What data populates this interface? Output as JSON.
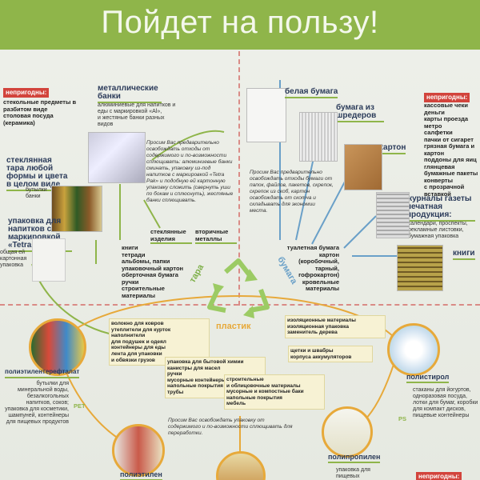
{
  "title": "Пойдет на пользу!",
  "left_top": {
    "unsuitable_heading": "непригодны:",
    "unsuitable_items": "стекольные предметы в разбитом виде\nстоловая посуда (керамика)",
    "cans_heading": "металлические банки",
    "cans_desc": "алюминиевые для напитков и еды с маркировкой «Al»,\nи жестяные банки разных видов",
    "glass_heading": "стеклянная тара любой формы и цвета в целом виде",
    "glass_desc": "бутылки\nбанки",
    "tetra_heading": "упаковка для напитков с маркировкой «Tetra Pak»",
    "tetra_desc": "общая ей\nкартонная\nупаковка",
    "note": "Просим Вас предварительно освобождать отходы от содержимого и по-возможности сплющивать: алюминиевые банки сминать, упаковку из-под напитков с маркировкой «Tetra Pak» и подобную ей картонную упаковку сложить (свернуть уши по бокам и сплюснуть), жестяные банки сплющивать.",
    "glass_products": "стеклянные изделия",
    "metal_products": "вторичные металлы",
    "paper_products": "книги\nтетради\nальбомы, папки\nупаковочный картон\nоберточная бумага\nручки\nстроительные\nматериалы"
  },
  "right_top": {
    "white_paper": "белая бумага",
    "shredded": "бумага из шредеров",
    "cardboard": "картон",
    "magazines": "журналы газеты печатная продукция:",
    "magazines_desc": "календари, проспекты, рекламные листовки, бумажная упаковка",
    "books": "книги",
    "unsuitable_heading": "непригодны:",
    "unsuitable_items": "кассовые чеки\nденьги\nкарты проезда метро\nсалфетки\nпачки от сигарет\nгрязная бумага и картон\nподдоны для яиц\nглянцевая\nбумажные пакеты\nконверты\nс прозрачной\nвставкой",
    "note": "Просим Вас предварительно освобождать отходы бумаги от папок, файлов, пакетов, скрепок, скрепок из скоб, картон освобождать от скотча и складывать для экономии места.",
    "products": "туалетная бумага\nкартон\n(коробочный,\nтарный,\nгофрокартон)\nкровельные\nматериалы"
  },
  "center": {
    "tara": "тара",
    "bumaga": "бумага",
    "plastic": "пластик"
  },
  "bottom": {
    "pet_heading": "полиэтилентерефталат",
    "pet_desc": "бутылки для минеральной воды, безалкогольных напитков, соков; упаковка для косметики, шампуней, контейнеры для пищевых продуктов",
    "pet_code": "PET",
    "polystyrene_heading": "полистирол",
    "polystyrene_desc": "стаканы для йогуртов, одноразовая посуда, лотки для бумаг, коробки для компакт дисков, пищевые контейнеры",
    "polystyrene_code": "PS",
    "polypropylene_heading": "полипропилен",
    "polypropylene_desc": "упаковка для пищевых",
    "polyethylene_heading": "полиэтилен",
    "pet_products": "волокно для ковров\nутеплители для курток\nнаполнители\nдля подушек и одеял\nконтейнеры для еды\nлента для упаковки\nи обвязки грузов",
    "center_products": "упаковка для бытовой химии\nканистры для масел\nручки\nмусорные контейнеры\nнапольные покрытия\nтрубы",
    "center_products2": "строительные\nи облицовочные материалы\nмусорные и компостные баки\nнапольные покрытия\nмебель",
    "ps_products": "изоляционные материалы\nизоляционная упаковка\nзаменитель дерева",
    "pp_products": "щетки и швабры\nкорпуса аккумуляторов",
    "note": "Просим Вас освобождать упаковку от содержимого и по-возможности сплющивать для переработки.",
    "bottom_unsuitable": "непригодны:"
  }
}
